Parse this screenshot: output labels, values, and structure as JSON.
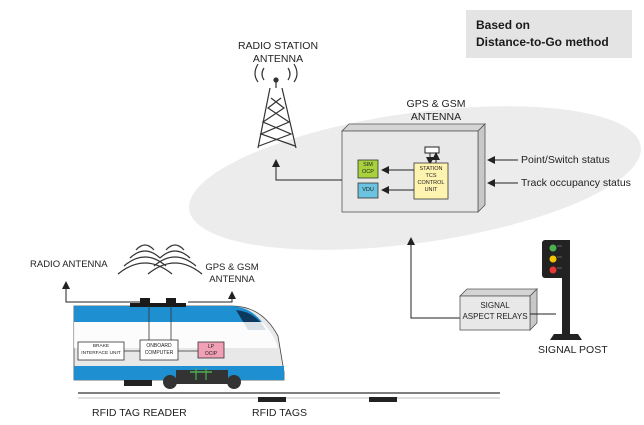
{
  "method": {
    "line1": "Based on",
    "line2": "Distance-to-Go method"
  },
  "radio_station": {
    "line1": "RADIO STATION",
    "line2": "ANTENNA"
  },
  "station_gps_gsm": {
    "line1": "GPS & GSM",
    "line2": "ANTENNA"
  },
  "station_units": {
    "sim_ocp": [
      "SIM",
      "OCP"
    ],
    "vdu": "VDU",
    "control_unit": [
      "STATION",
      "TCS",
      "CONTROL",
      "UNIT"
    ]
  },
  "inputs": {
    "point_switch": "Point/Switch status",
    "track_occupancy": "Track occupancy status"
  },
  "train": {
    "radio_antenna": "RADIO ANTENNA",
    "gps_gsm": {
      "line1": "GPS & GSM",
      "line2": "ANTENNA"
    },
    "brake_unit": [
      "BRAKE",
      "INTERFACE UNIT"
    ],
    "onboard_computer": [
      "ONBOARD",
      "COMPUTER"
    ],
    "lp_ocip": [
      "LP",
      "OCIP"
    ]
  },
  "signal": {
    "relays": [
      "SIGNAL",
      "ASPECT RELAYS"
    ],
    "post": "SIGNAL POST"
  },
  "track": {
    "tag_reader": "RFID TAG READER",
    "tags": "RFID TAGS"
  },
  "colors": {
    "train_blue": "#1e8fd0",
    "train_dark": "#1a1a1a",
    "ellipse_gray": "#ececec",
    "station_box": "#e8e8e8",
    "control_yellow": "#fff3b0",
    "sim_green": "#a7d23c",
    "vdu_blue": "#6cc3df",
    "lp_pink": "#f2a0b6",
    "signal_red": "#e53935",
    "signal_yellow": "#f5c400",
    "signal_green": "#4caf50"
  }
}
